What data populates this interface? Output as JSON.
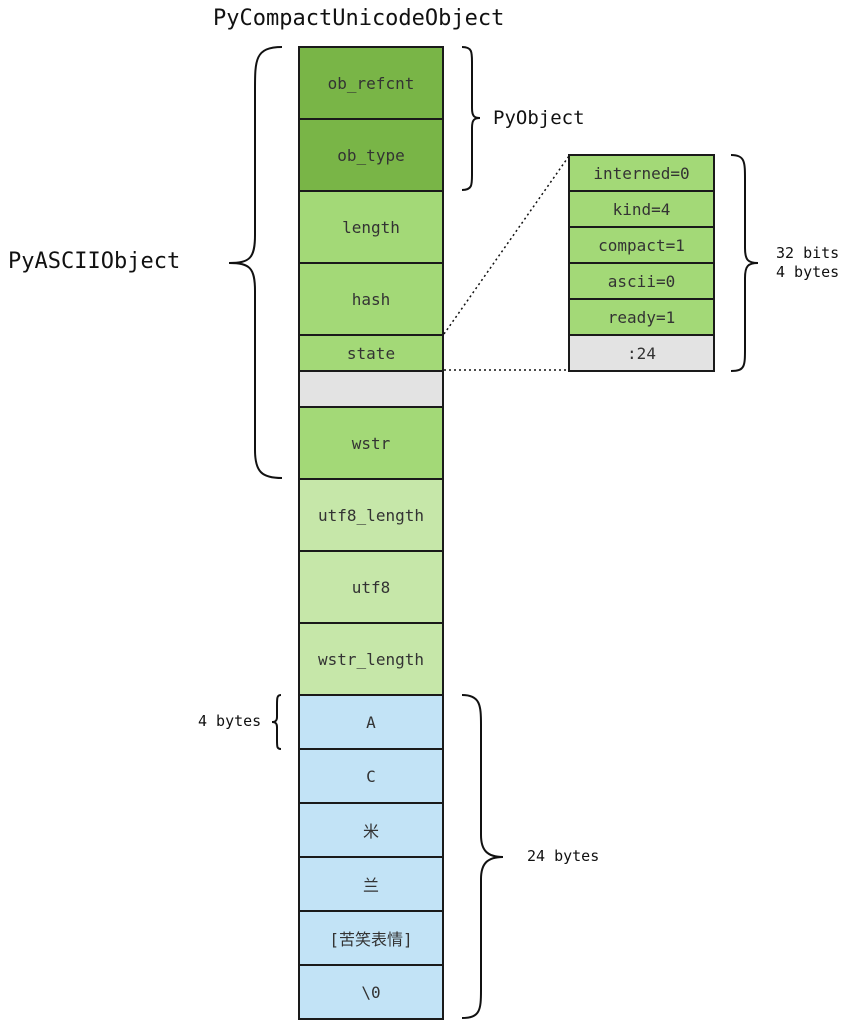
{
  "title": "PyCompactUnicodeObject",
  "fields": {
    "ob_refcnt": "ob_refcnt",
    "ob_type": "ob_type",
    "length": "length",
    "hash": "hash",
    "state": "state",
    "padding": "",
    "wstr": "wstr",
    "utf8_length": "utf8_length",
    "utf8": "utf8",
    "wstr_length": "wstr_length"
  },
  "chars": [
    "A",
    "C",
    "米",
    "兰",
    "[苦笑表情]",
    "\\0"
  ],
  "state_bits": [
    "interned=0",
    "kind=4",
    "compact=1",
    "ascii=0",
    "ready=1",
    ":24"
  ],
  "labels": {
    "pyobject": "PyObject",
    "pyasciiobject": "PyASCIIObject",
    "bits_line1": "32 bits",
    "bits_line2": "4 bytes",
    "char_size": "4 bytes",
    "data_size": "24 bytes"
  },
  "colors": {
    "pyobject_fields": "#79b547",
    "ascii_fields": "#a3d977",
    "compact_fields": "#c6e7a9",
    "padding": "#e3e3e3",
    "char_data": "#c2e3f6"
  }
}
